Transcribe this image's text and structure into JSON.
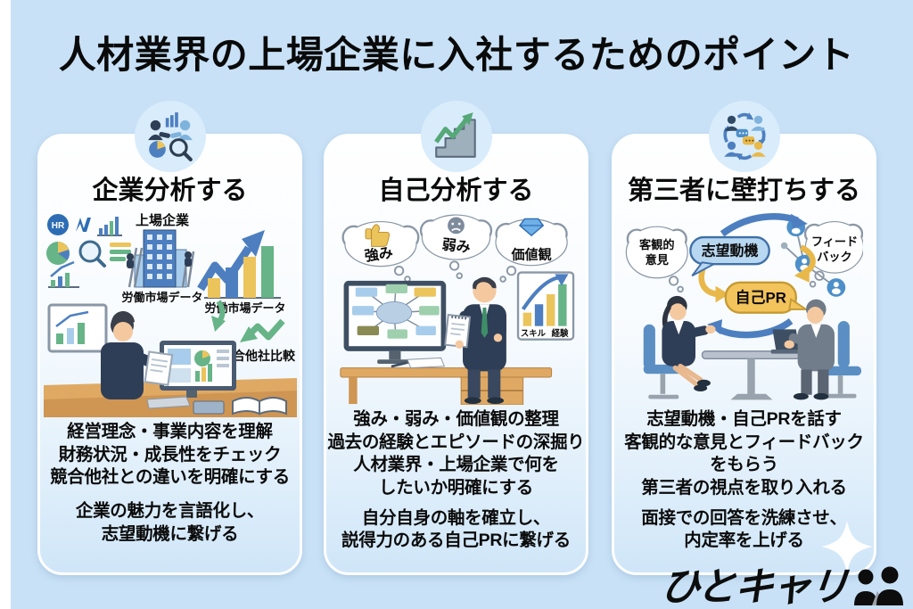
{
  "title": "人材業界の上場企業に入社するためのポイント",
  "columns": [
    {
      "id": "company-analysis",
      "icon": "handshake-analysis-icon",
      "title": "企業分析する",
      "labels": {
        "hr_badge": "HR",
        "listed_company": "上場企業",
        "labor_market_left": "労働市場データ",
        "labor_market_right": "労働市場データ",
        "competitor_compare": "競合他社比較"
      },
      "points": [
        "経営理念・事業内容を理解",
        "財務状況・成長性をチェック",
        "競合他社との違いを明確にする"
      ],
      "summary": [
        "企業の魅力を言語化し、",
        "志望動機に繋げる"
      ]
    },
    {
      "id": "self-analysis",
      "icon": "stairs-growth-icon",
      "title": "自己分析する",
      "labels": {
        "bubble_strength": "強み",
        "bubble_weakness": "弱み",
        "bubble_values": "価値観",
        "chart_skill": "スキル",
        "chart_experience": "経験"
      },
      "points": [
        "強み・弱み・価値観の整理",
        "過去の経験とエピソードの深掘り",
        "人材業界・上場企業で何を",
        "したいか明確にする"
      ],
      "summary": [
        "自分自身の軸を確立し、",
        "説得力のある自己PRに繋げる"
      ]
    },
    {
      "id": "third-party-practice",
      "icon": "people-exchange-icon",
      "title": "第三者に壁打ちする",
      "labels": {
        "cloud_left_line1": "客観的",
        "cloud_left_line2": "意見",
        "cloud_right_line1": "フィード",
        "cloud_right_line2": "バック",
        "speech_motivation": "志望動機",
        "speech_self_pr": "自己PR"
      },
      "points": [
        "志望動機・自己PRを話す",
        "客観的な意見とフィードバック",
        "をもらう",
        "第三者の視点を取り入れる"
      ],
      "summary": [
        "面接での回答を洗練させ、",
        "内定率を上げる"
      ]
    }
  ],
  "logo": {
    "text": "ひとキャリ",
    "icon": "two-people-icon"
  },
  "colors": {
    "background": "#c8e1f6",
    "card_top": "#ffffff",
    "card_bottom": "#cfe6f8",
    "icon_circle": "#d9ecfb",
    "accent_blue": "#4d7fc0",
    "accent_green": "#5fae7e",
    "accent_yellow": "#ecc45c",
    "text": "#0b0b0b"
  }
}
